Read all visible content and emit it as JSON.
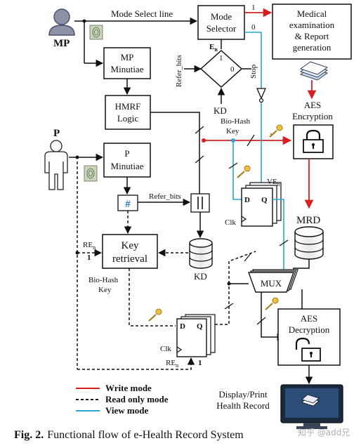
{
  "actors": {
    "mp": "MP",
    "p": "P"
  },
  "labels": {
    "mode_select_line": "Mode Select line",
    "mode_selector": [
      "Mode",
      "Selector"
    ],
    "medical": [
      "Medical",
      "examination",
      "& Report",
      "generation"
    ],
    "mp_minutiae": [
      "MP",
      "Minutiae"
    ],
    "hmrf": [
      "HMRF",
      "Logic"
    ],
    "p_minutiae": [
      "P",
      "Minutiae"
    ],
    "hash": "#",
    "refer_bits_1": "Refer_bits",
    "refer_bits_2": "Refer_bits",
    "key_retrieval": [
      "Key",
      "retrieval"
    ],
    "kd_top": "KD",
    "kd_db": "KD",
    "stop": "Stop",
    "en": "E",
    "en_sub": "n",
    "one_a": "1",
    "zero_a": "0",
    "one_b": "1",
    "zero_b": "0",
    "aes_enc": [
      "AES",
      "Encryption"
    ],
    "bio_hash_key_top": [
      "Bio-Hash",
      "Key"
    ],
    "bio_hash_key_left": [
      "Bio-Hash",
      "Key"
    ],
    "ve": "VE",
    "ve_sub": "n",
    "mrd": "MRD",
    "mux": "MUX",
    "aes_dec": [
      "AES",
      "Decryption"
    ],
    "re_top": "RE",
    "re_sub": "n",
    "re_one": "1",
    "re_bottom": "RE",
    "re_bottom_one": "1",
    "ff_d": "D",
    "ff_q": "Q",
    "ff_clk": "Clk",
    "display": [
      "Display/Print",
      "Health Record"
    ]
  },
  "legend": {
    "items": [
      {
        "label": "Write mode",
        "color": "#d62020",
        "style": "solid"
      },
      {
        "label": "Read only mode",
        "color": "#111111",
        "style": "dashed"
      },
      {
        "label": "View mode",
        "color": "#2aa7d8",
        "style": "solid"
      }
    ]
  },
  "caption": {
    "prefix": "Fig. 2.",
    "text": "Functional flow of e-Health Record System"
  },
  "watermark": "知乎 @add兄",
  "colors": {
    "write": "#d62020",
    "view": "#2aa7d8",
    "line": "#111111"
  }
}
